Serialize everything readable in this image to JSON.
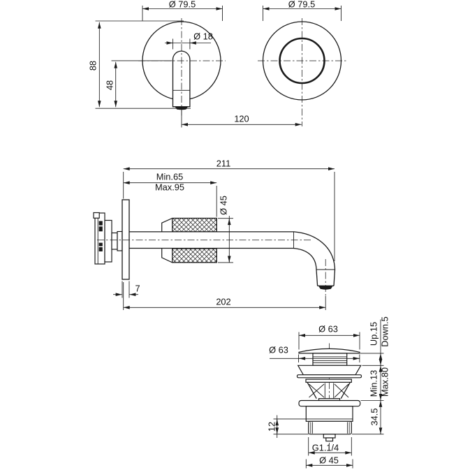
{
  "drawing": {
    "front_view": {
      "escutcheon_diameter_left": "Ø 79.5",
      "escutcheon_diameter_right": "Ø 79.5",
      "handle_diameter": "Ø 18",
      "overall_height": "88",
      "handle_height": "48",
      "centers_distance": "120"
    },
    "side_view": {
      "overall_depth": "211",
      "wall_depth_min": "Min.65",
      "wall_depth_max": "Max.95",
      "collar_diameter": "Ø 45",
      "plate_thickness": "7",
      "spout_reach": "202"
    },
    "drain_view": {
      "cap_diameter": "Ø 63",
      "seat_diameter": "Ø 63",
      "travel_up": "Up.15",
      "travel_down": "Down.5",
      "deck_min": "Min.13",
      "deck_max": "Max.80",
      "body_height": "34.5",
      "thread_length": "12",
      "thread_size": "G1.1/4",
      "body_diameter": "Ø 45"
    }
  },
  "colors": {
    "line": "#1a1a1a",
    "background": "#ffffff"
  }
}
